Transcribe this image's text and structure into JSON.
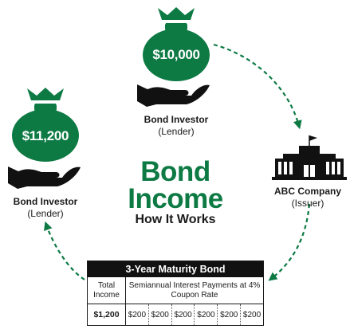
{
  "bag_top": {
    "amount": "$10,000"
  },
  "bag_left": {
    "amount": "$11,200"
  },
  "investor_top": {
    "name": "Bond Investor",
    "role": "(Lender)"
  },
  "investor_left": {
    "name": "Bond Investor",
    "role": "(Lender)"
  },
  "company": {
    "name": "ABC Company",
    "role": "(Issuer)"
  },
  "title": {
    "line1": "Bond",
    "line2": "Income",
    "sub": "How It Works"
  },
  "table": {
    "title": "3-Year Maturity Bond",
    "total_header": "Total Income",
    "payments_header": "Semiannual Interest Payments at 4% Coupon Rate",
    "total_value": "$1,200",
    "payments": [
      "$200",
      "$200",
      "$200",
      "$200",
      "$200",
      "$200"
    ]
  },
  "colors": {
    "accent": "#0d7a44",
    "dark": "#111111"
  },
  "icons": [
    "money-bag-icon",
    "open-hand-icon",
    "office-building-icon",
    "dashed-arrow-icon"
  ]
}
